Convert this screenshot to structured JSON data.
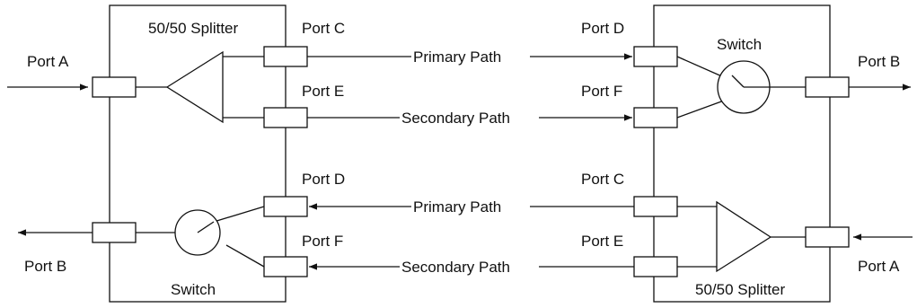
{
  "labels": {
    "left_splitter": "50/50 Splitter",
    "left_port_a": "Port A",
    "left_port_c": "Port C",
    "left_port_e": "Port E",
    "left_port_d": "Port D",
    "left_port_f": "Port F",
    "left_port_b": "Port B",
    "left_switch": "Switch",
    "right_port_d": "Port D",
    "right_port_f": "Port F",
    "right_switch": "Switch",
    "right_port_b": "Port B",
    "right_port_c": "Port C",
    "right_port_e": "Port E",
    "right_port_a": "Port A",
    "right_splitter": "50/50 Splitter",
    "primary_top": "Primary Path",
    "secondary_top": "Secondary Path",
    "primary_bottom": "Primary Path",
    "secondary_bottom": "Secondary Path"
  }
}
